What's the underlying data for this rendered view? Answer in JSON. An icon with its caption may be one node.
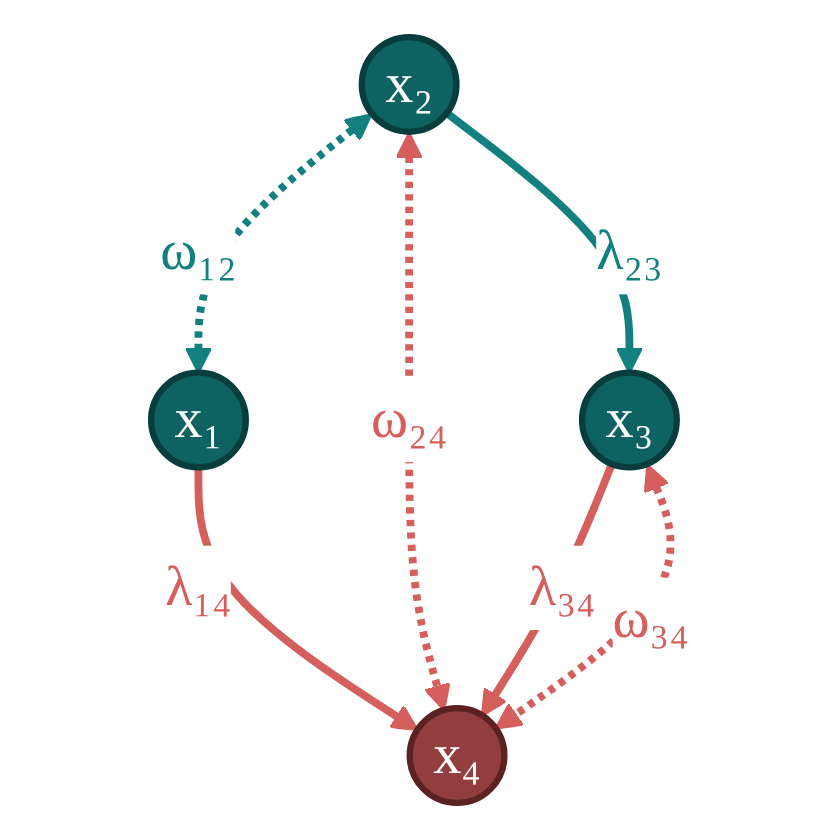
{
  "diagram": {
    "nodes": [
      {
        "text": [
          "x₁"
        ]
      },
      {
        "text": [
          "x₂"
        ]
      },
      {
        "text": [
          "x₃"
        ]
      },
      {
        "text": [
          "x₄"
        ]
      }
    ],
    "edges": [
      {
        "from": 1,
        "to": 0,
        "arrow": "both",
        "label": "ω₁₂",
        "style": "dashed",
        "color": "#138080"
      },
      {
        "from": 0,
        "to": 3,
        "arrow": "to",
        "label": "λ₁₄"
      },
      {
        "from": 1,
        "to": 2,
        "arrow": "to",
        "label": "λ₂₃",
        "color": "#138080"
      },
      {
        "from": 1,
        "to": 3,
        "arrow": "both",
        "label": "ω₂₄",
        "style": "dashed"
      },
      {
        "from": 2,
        "to": 3,
        "arrow": "to",
        "label": "λ₃₄"
      },
      {
        "from": 2,
        "to": 3,
        "arrow": "both",
        "label": "ω₃₄",
        "style": "dashed"
      }
    ]
  }
}
